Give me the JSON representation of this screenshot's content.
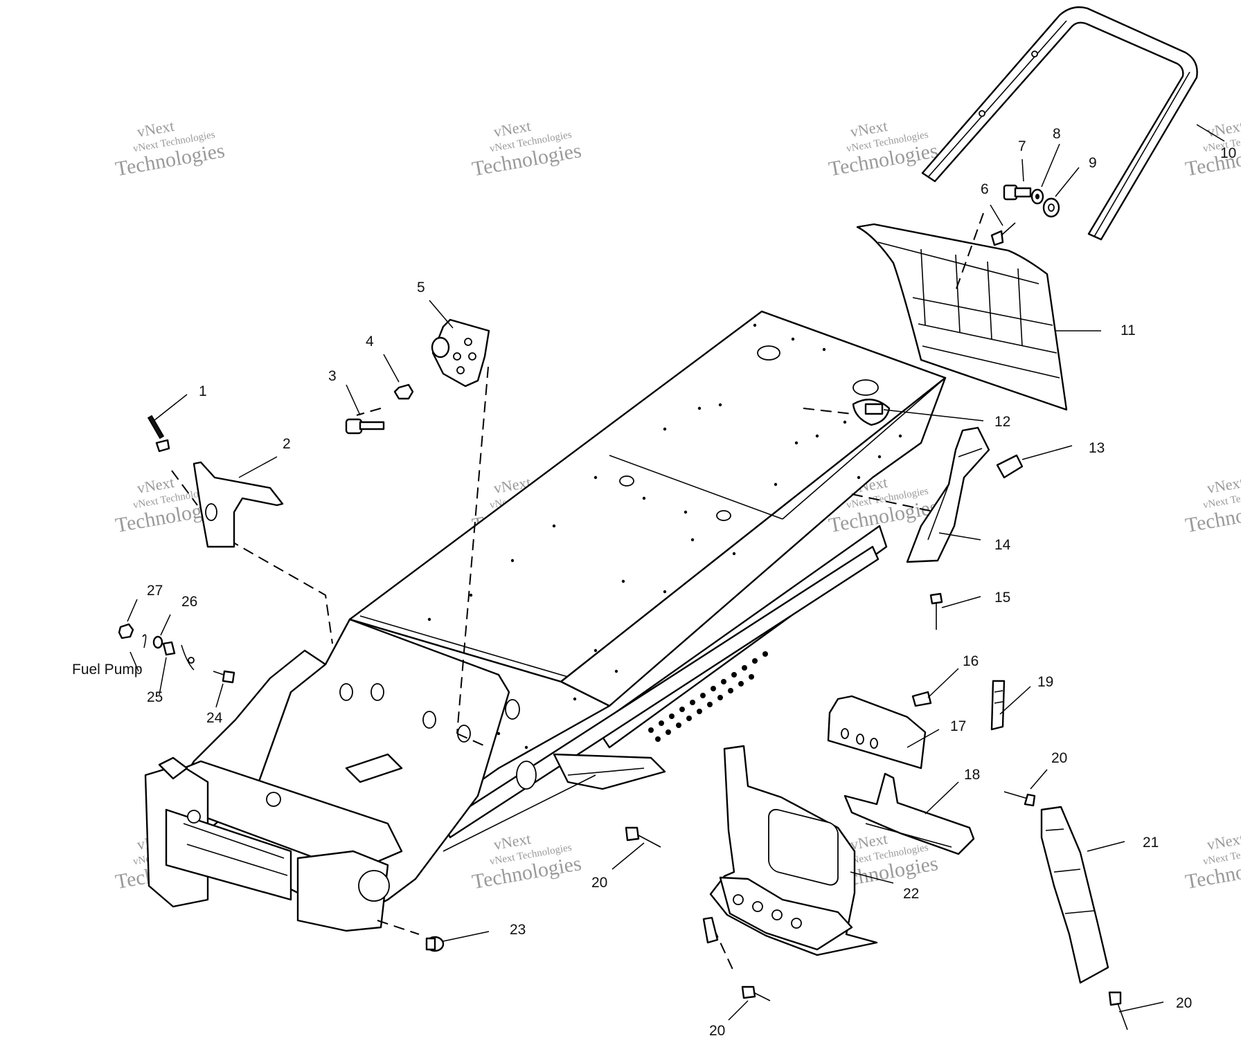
{
  "colors": {
    "ink": "#000000",
    "watermark": "#9a9a9a",
    "background": "#ffffff"
  },
  "watermarks": [
    {
      "line1": "vNext",
      "line2": "vNext Technologies",
      "line3": "Technologies"
    },
    {
      "line1": "vNext",
      "line2": "vNext Technologies",
      "line3": "Technologies"
    },
    {
      "line1": "vNext",
      "line2": "vNext Technologies",
      "line3": "Technologies"
    },
    {
      "line1": "vNext",
      "line2": "vNext Technologies",
      "line3": "Technologies"
    },
    {
      "line1": "vNext",
      "line2": "vNext Technologies",
      "line3": "Technologies"
    },
    {
      "line1": "vNext",
      "line2": "vNext Technologies",
      "line3": "Technologies"
    },
    {
      "line1": "vNext",
      "line2": "vNext Technologies",
      "line3": "Technologies"
    },
    {
      "line1": "vNext",
      "line2": "vNext Technologies",
      "line3": "Technologies"
    },
    {
      "line1": "vNext",
      "line2": "vNext Technologies",
      "line3": "Technologies"
    },
    {
      "line1": "vNext",
      "line2": "vNext Technologies",
      "line3": "Technologies"
    },
    {
      "line1": "vNext",
      "line2": "vNext Technologies",
      "line3": "Technologies"
    },
    {
      "line1": "vNext",
      "line2": "vNext Technologies",
      "line3": "Technologies"
    }
  ],
  "callouts": {
    "c1": "1",
    "c2": "2",
    "c3": "3",
    "c4": "4",
    "c5": "5",
    "c6": "6",
    "c7": "7",
    "c8": "8",
    "c9": "9",
    "c10": "10",
    "c11": "11",
    "c12": "12",
    "c13": "13",
    "c14": "14",
    "c15": "15",
    "c16": "16",
    "c17": "17",
    "c18": "18",
    "c19": "19",
    "c20a": "20",
    "c20b": "20",
    "c20c": "20",
    "c20d": "20",
    "c21": "21",
    "c22": "22",
    "c23": "23",
    "c24": "24",
    "c25": "25",
    "c26": "26",
    "c27": "27",
    "fuel_pump": "Fuel Pump"
  }
}
